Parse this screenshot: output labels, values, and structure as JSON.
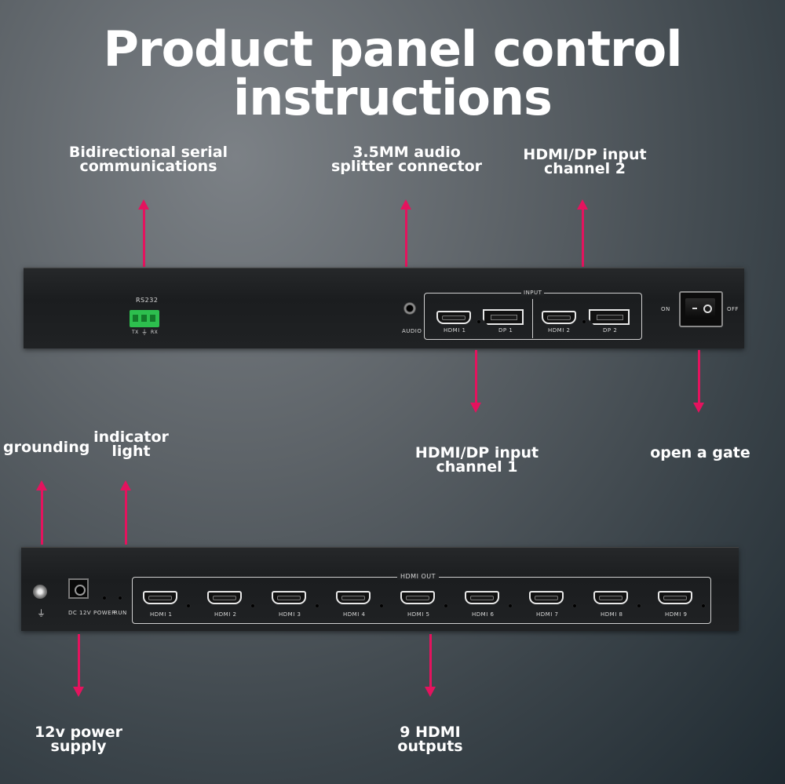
{
  "title": {
    "line1": "Product panel control",
    "line2": "instructions"
  },
  "callouts": {
    "serial": {
      "line1": "Bidirectional serial",
      "line2": "communications"
    },
    "audio": {
      "line1": "3.5MM audio",
      "line2": "splitter connector"
    },
    "input2": {
      "line1": "HDMI/DP input",
      "line2": "channel 2"
    },
    "input1": {
      "line1": "HDMI/DP input",
      "line2": "channel 1"
    },
    "gate": {
      "line1": "open a gate"
    },
    "grounding": {
      "line1": "grounding"
    },
    "indicator": {
      "line1": "indicator",
      "line2": "light"
    },
    "power": {
      "line1": "12v power",
      "line2": "supply"
    },
    "outputs": {
      "line1": "9 HDMI",
      "line2": "outputs"
    }
  },
  "top_panel": {
    "rs232": "RS232",
    "terminal_labels": {
      "tx": "TX",
      "gnd": "⏚",
      "rx": "RX"
    },
    "audio": "AUDIO",
    "input_group": "INPUT",
    "ports": [
      "HDMI 1",
      "DP 1",
      "HDMI 2",
      "DP 2"
    ],
    "switch_on": "ON",
    "switch_off": "OFF"
  },
  "bottom_panel": {
    "ground_symbol": "⏚",
    "dc": "DC 12V",
    "power": "POWER",
    "run": "RUN",
    "hdmi_out_group": "HDMI OUT",
    "outputs": [
      "HDMI 1",
      "HDMI 2",
      "HDMI 3",
      "HDMI 4",
      "HDMI 5",
      "HDMI 6",
      "HDMI 7",
      "HDMI 8",
      "HDMI 9"
    ]
  },
  "colors": {
    "accent": "#e4135e",
    "terminal_green": "#2dbf4e",
    "panel": "#1e2022"
  }
}
